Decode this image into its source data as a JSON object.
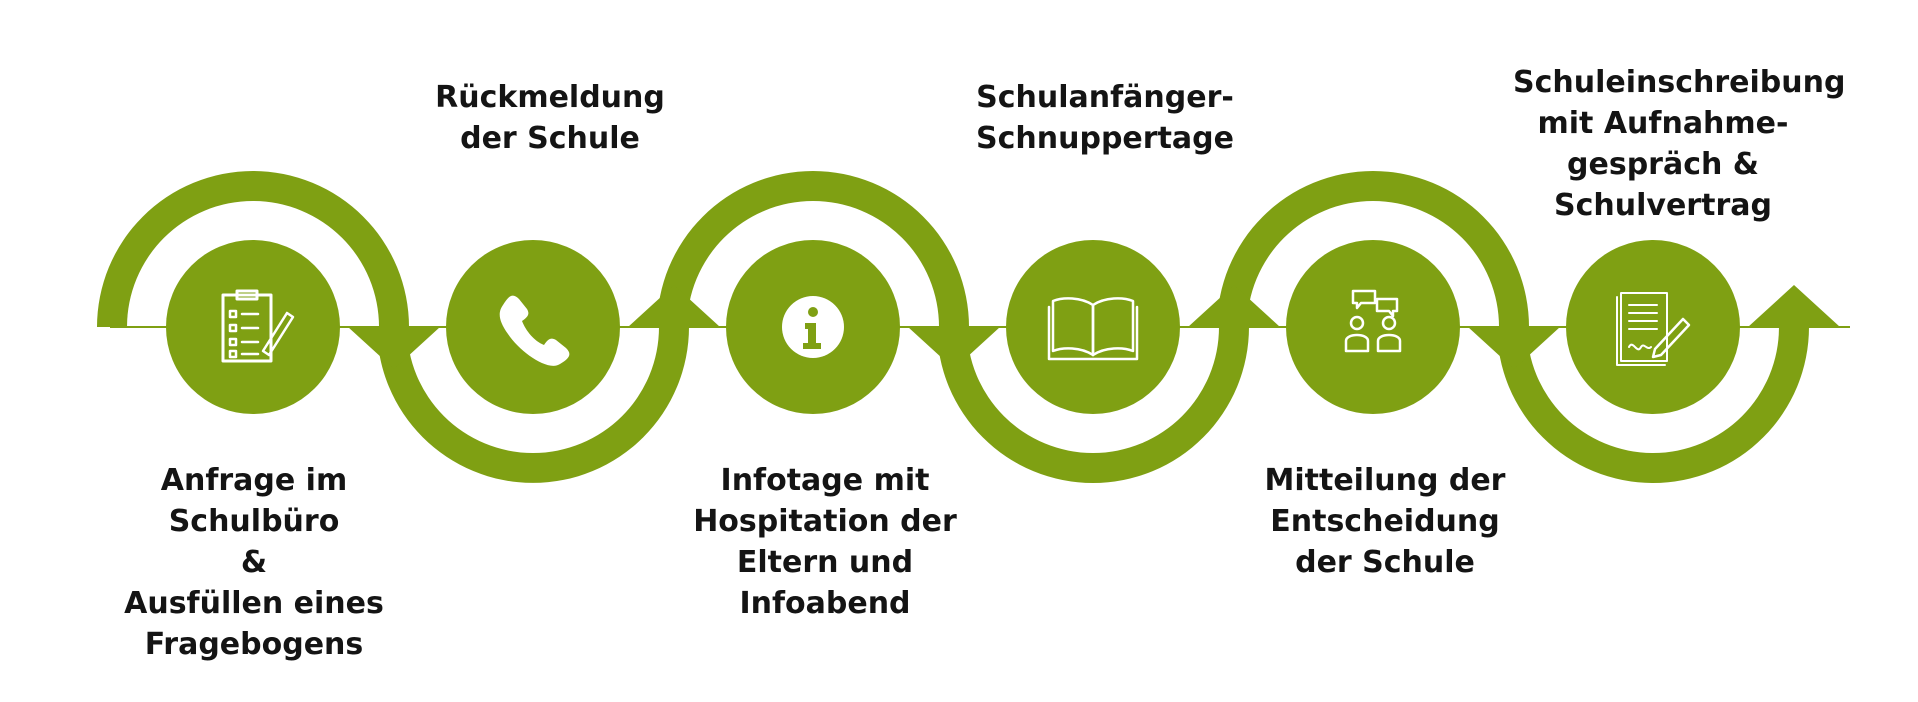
{
  "colors": {
    "accent": "#7fa013",
    "icon": "#ffffff",
    "text": "#141414"
  },
  "steps": [
    {
      "label_lines": [
        "Anfrage im",
        "Schulbüro",
        "&",
        "Ausfüllen eines",
        "Fragebogens"
      ],
      "icon": "clipboard-checklist-icon",
      "label_position": "below"
    },
    {
      "label_lines": [
        "Rückmeldung",
        "der Schule"
      ],
      "icon": "phone-icon",
      "label_position": "above"
    },
    {
      "label_lines": [
        "Infotage mit",
        "Hospitation der",
        "Eltern und",
        "Infoabend"
      ],
      "icon": "info-icon",
      "label_position": "below"
    },
    {
      "label_lines": [
        "Schulanfänger-",
        "Schnuppertage"
      ],
      "icon": "open-book-icon",
      "label_position": "above"
    },
    {
      "label_lines": [
        "Mitteilung der",
        "Entscheidung",
        "der Schule"
      ],
      "icon": "conversation-icon",
      "label_position": "below"
    },
    {
      "label_lines": [
        "Schuleinschreibung",
        "mit Aufnahme-",
        "gespräch &",
        "Schulvertrag"
      ],
      "icon": "contract-sign-icon",
      "label_position": "above"
    }
  ]
}
